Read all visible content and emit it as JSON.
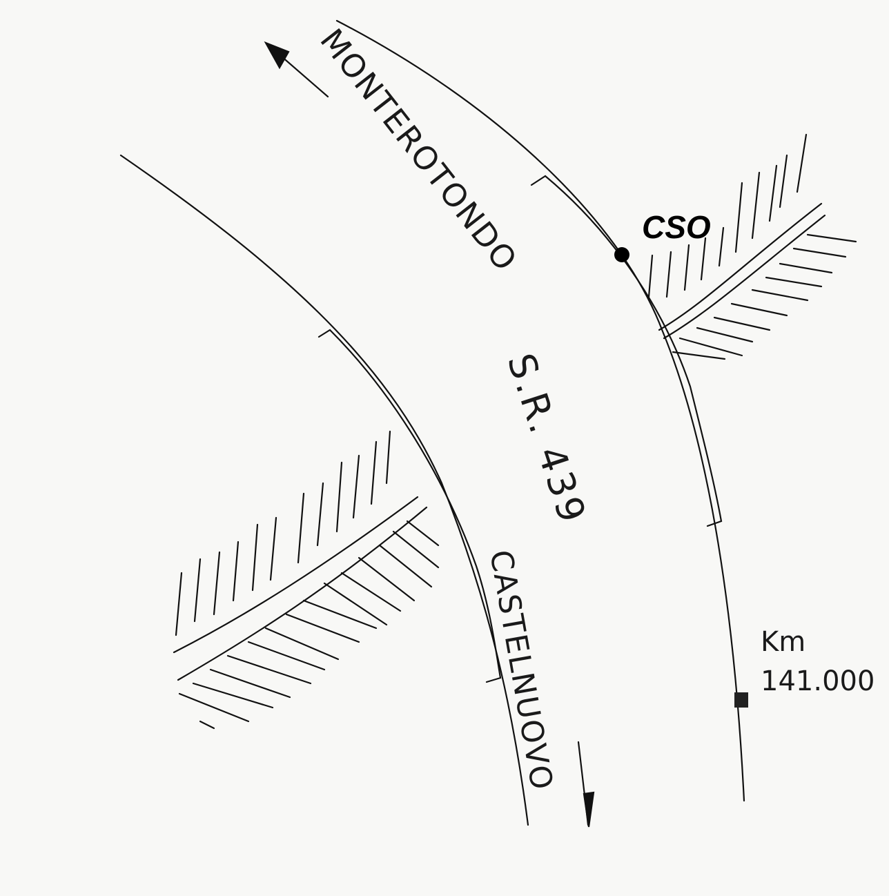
{
  "map": {
    "direction_north": "MONTEROTONDO",
    "direction_south": "CASTELNUOVO",
    "road_label": "S.R. 439",
    "point_label": "CSO",
    "km_label": "Km",
    "km_value": "141.000"
  }
}
